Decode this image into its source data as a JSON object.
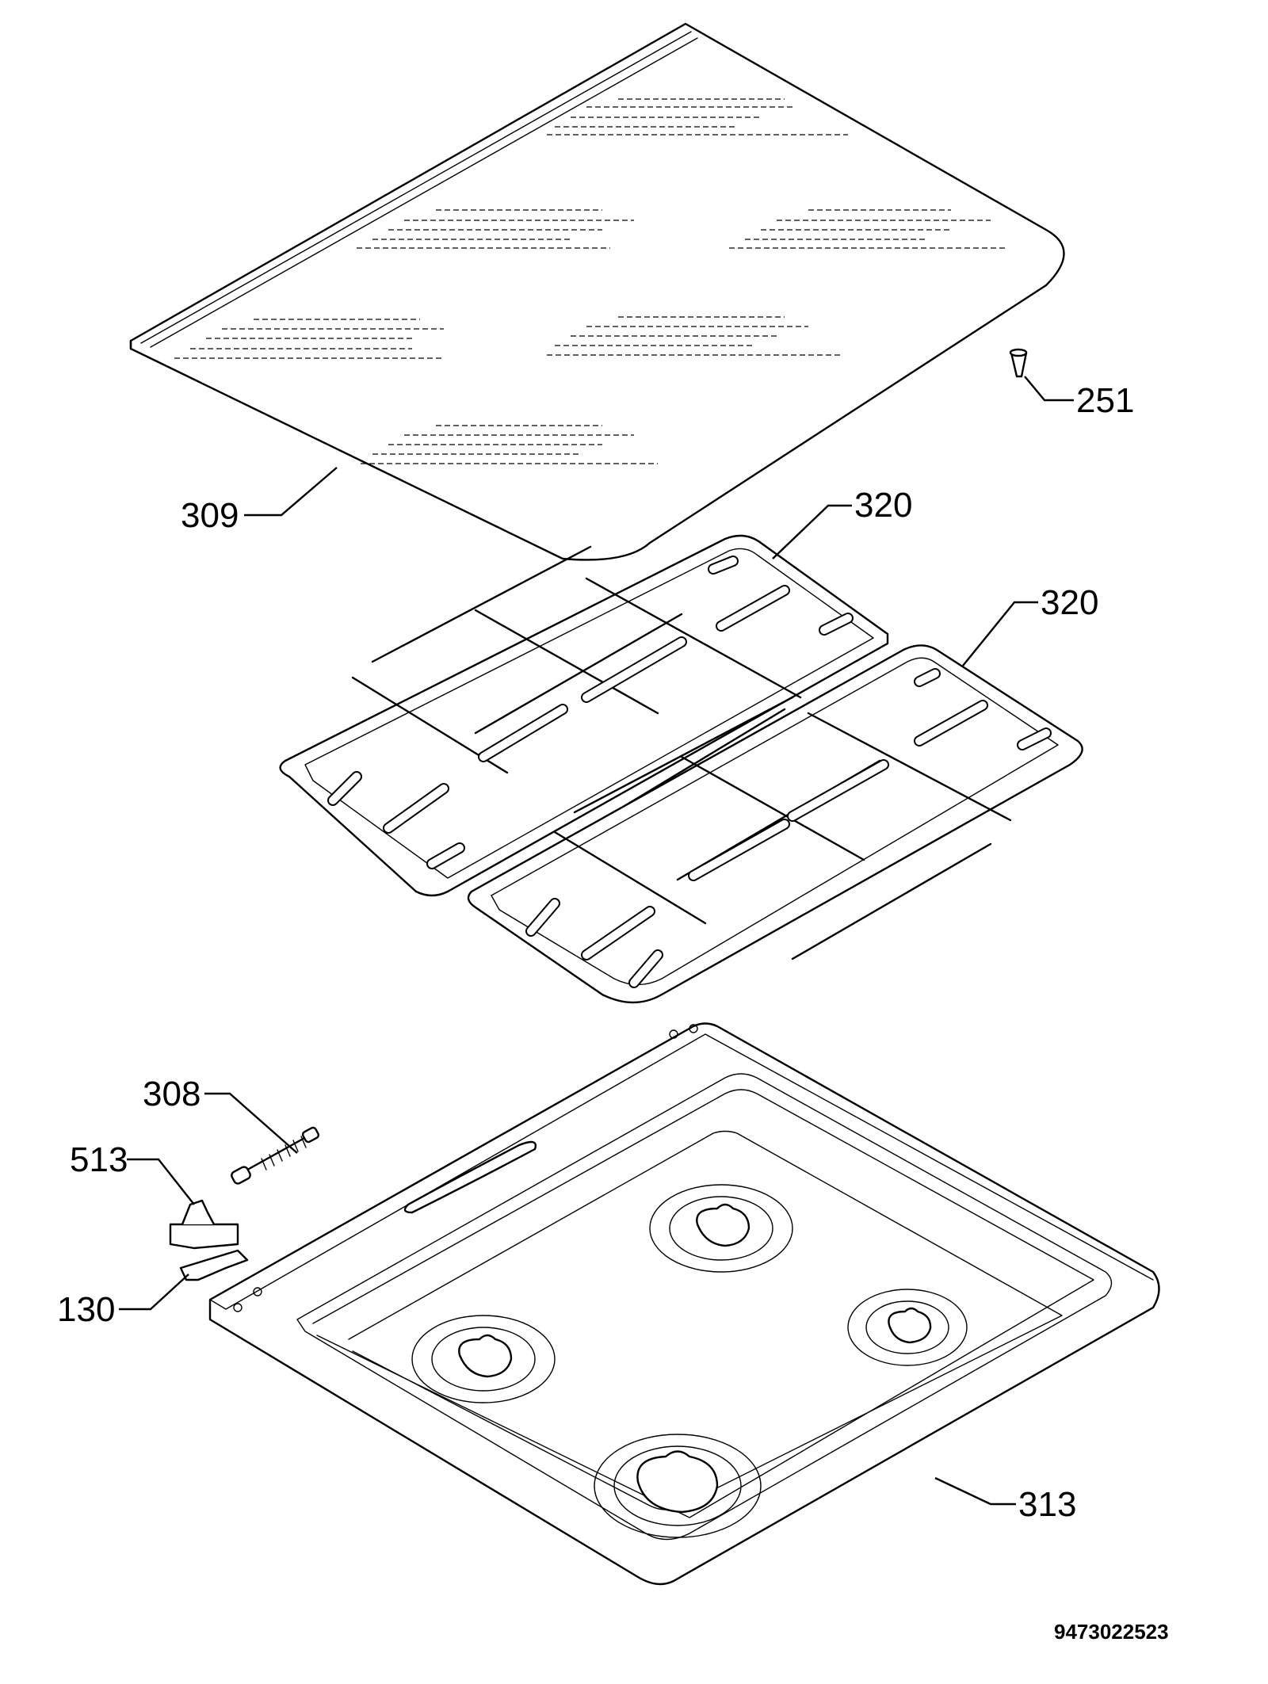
{
  "diagram": {
    "document_number": "9473022523",
    "parts": [
      {
        "id": "glass-lid",
        "label": "309"
      },
      {
        "id": "lid-buffer",
        "label": "251"
      },
      {
        "id": "pan-support-rear",
        "label": "320"
      },
      {
        "id": "pan-support-front",
        "label": "320"
      },
      {
        "id": "hinge-spring",
        "label": "308"
      },
      {
        "id": "hinge-bracket",
        "label": "513"
      },
      {
        "id": "hinge-plate",
        "label": "130"
      },
      {
        "id": "hob-top",
        "label": "313"
      }
    ]
  }
}
